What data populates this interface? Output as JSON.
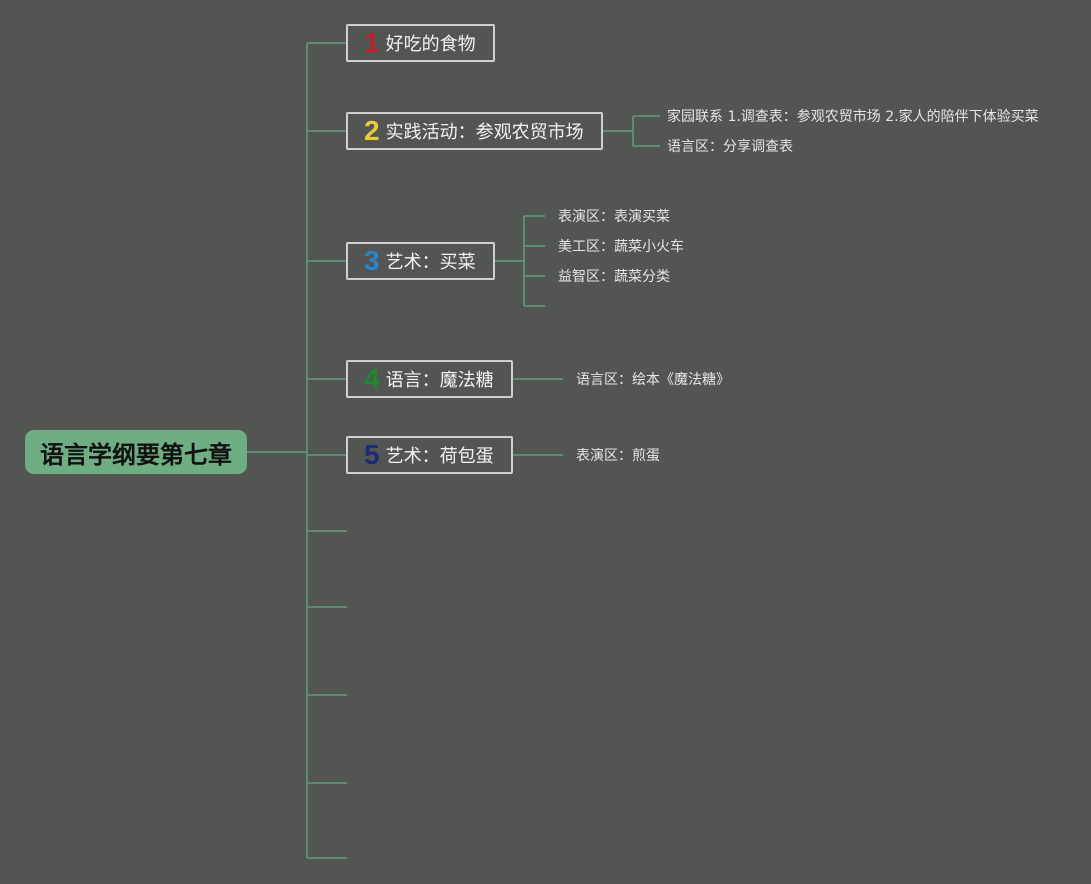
{
  "root": {
    "label": "语言学纲要第七章"
  },
  "topics": [
    {
      "num": "1",
      "label": "好吃的食物",
      "num_color": "#c0202a"
    },
    {
      "num": "2",
      "label": "实践活动：参观农贸市场",
      "num_color": "#e8cc3c"
    },
    {
      "num": "3",
      "label": "艺术：买菜",
      "num_color": "#2a86c8"
    },
    {
      "num": "4",
      "label": "语言：魔法糖",
      "num_color": "#1f8a2c"
    },
    {
      "num": "5",
      "label": "艺术：荷包蛋",
      "num_color": "#1b2a7a"
    }
  ],
  "leaves": {
    "t2": [
      "家园联系 1.调查表：参观农贸市场 2.家人的陪伴下体验买菜",
      "语言区：分享调查表"
    ],
    "t3": [
      "表演区：表演买菜",
      "美工区：蔬菜小火车",
      "益智区：蔬菜分类"
    ],
    "t4": [
      "语言区：绘本《魔法糖》"
    ],
    "t5": [
      "表演区：煎蛋"
    ]
  },
  "colors": {
    "background": "#535553",
    "root_fill": "#6fae82",
    "connector": "#5e9c82"
  }
}
